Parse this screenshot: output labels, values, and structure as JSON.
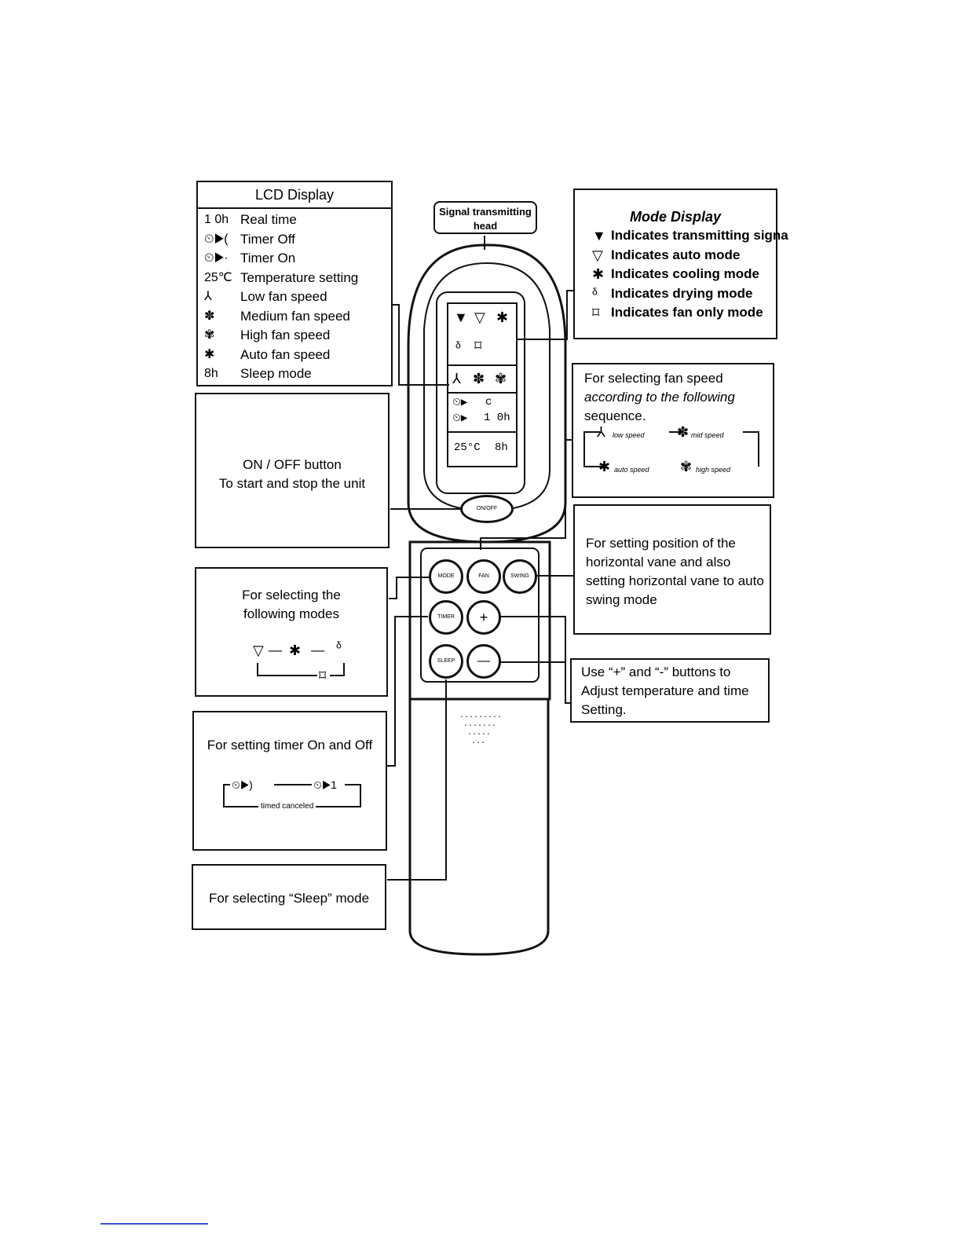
{
  "signal_head": {
    "line1": "Signal transmitting",
    "line2": "head"
  },
  "lcd_display": {
    "title": "LCD Display",
    "items": [
      {
        "symbol": "1 0h",
        "label": "Real time"
      },
      {
        "symbol": "⏲▶(",
        "label": "Timer Off"
      },
      {
        "symbol": "⏲▶·",
        "label": "Timer On"
      },
      {
        "symbol": "25℃",
        "label": "Temperature setting"
      },
      {
        "symbol": "⅄",
        "label": "Low fan speed"
      },
      {
        "symbol": "✽",
        "label": "Medium fan speed"
      },
      {
        "symbol": "✾",
        "label": "High fan speed"
      },
      {
        "symbol": "✱",
        "label": "Auto fan speed"
      },
      {
        "symbol": "8h",
        "label": "Sleep mode"
      }
    ]
  },
  "mode_display": {
    "title": "Mode Display",
    "items": [
      {
        "symbol": "▼",
        "label": "Indicates transmitting signa"
      },
      {
        "symbol": "▽",
        "label": "Indicates auto mode"
      },
      {
        "symbol": "✱",
        "label": "Indicates cooling mode"
      },
      {
        "symbol": "ᵟ",
        "label": "Indicates drying mode"
      },
      {
        "symbol": "⌑",
        "label": "Indicates fan only mode"
      }
    ]
  },
  "fan_speed": {
    "line1": "For selecting fan speed",
    "line2": "according to the following",
    "line3": "sequence.",
    "low": "low speed",
    "mid": "mid speed",
    "auto": "auto speed",
    "high": "high speed"
  },
  "on_off": {
    "line1": "ON / OFF button",
    "line2": "To start and stop the unit"
  },
  "vane": {
    "line1": "For setting position of the",
    "line2": "horizontal vane and also",
    "line3": "setting horizontal vane to auto",
    "line4": "swing mode"
  },
  "modes": {
    "line1": "For selecting the",
    "line2": "following modes"
  },
  "plus_minus": {
    "line1": "Use “+” and “-” buttons to",
    "line2": "Adjust temperature and time",
    "line3": "Setting."
  },
  "timer": {
    "line1": "For setting timer On and Off",
    "canceled": "timed canceled"
  },
  "sleep": {
    "label": "For selecting “Sleep” mode"
  },
  "lcd_screen": {
    "timer_off": "c",
    "timer_on": "1 0h",
    "temp": "25°C",
    "sleep": "8h"
  },
  "buttons": {
    "power": "ON/OFF",
    "mode": "MODE",
    "fan": "FAN",
    "swing": "SWING",
    "timer": "TIMER",
    "plus": "+",
    "sleep": "SLEEP",
    "minus": "—"
  }
}
